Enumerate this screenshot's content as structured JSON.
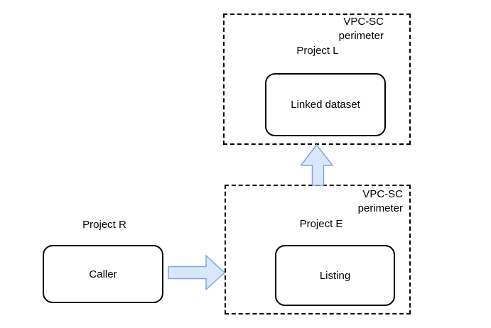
{
  "colors": {
    "background": "#ffffff",
    "box_border": "#000000",
    "node_border": "#000000",
    "node_fill": "#ffffff",
    "text": "#000000",
    "arrow_fill": "#d9e7fc",
    "arrow_stroke": "#7ea6e0"
  },
  "top_perimeter": {
    "label_line1": "VPC-SC",
    "label_line2": "perimeter",
    "project": "Project L",
    "node": "Linked dataset"
  },
  "bottom_perimeter": {
    "label_line1": "VPC-SC",
    "label_line2": "perimeter",
    "project": "Project E",
    "node": "Listing"
  },
  "caller_group": {
    "project": "Project R",
    "node": "Caller"
  },
  "arrows": {
    "caller_to_listing": "right",
    "listing_to_linked_dataset": "up"
  }
}
